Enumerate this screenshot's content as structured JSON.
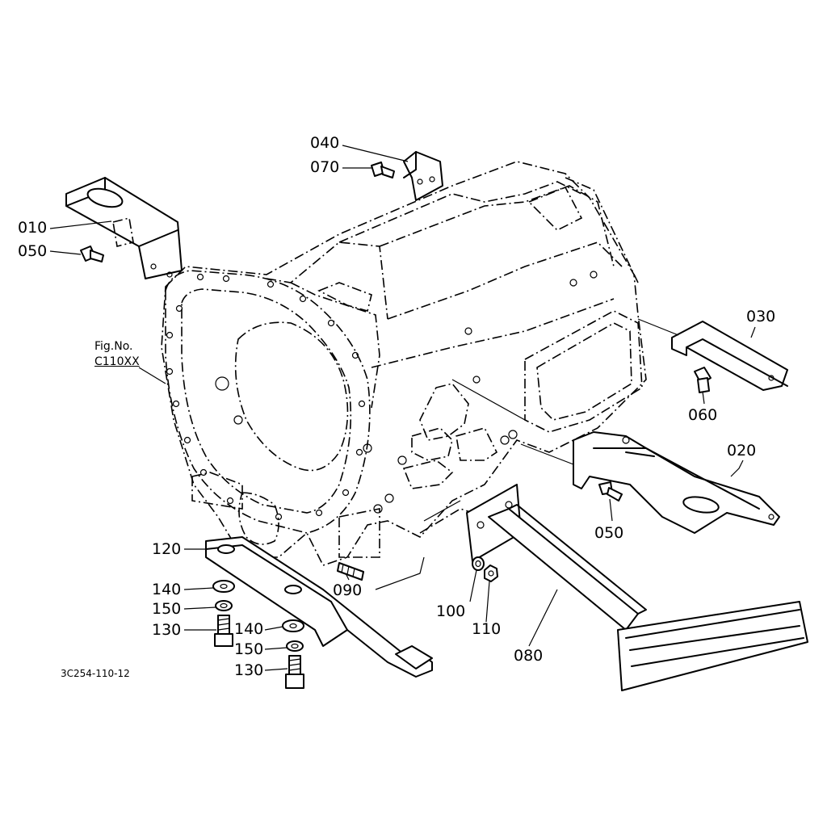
{
  "figure": {
    "ref_label_line1": "Fig.No.",
    "ref_label_line2": "C110XX",
    "drawing_number": "3C254-110-12"
  },
  "callouts": {
    "p010": "010",
    "p020": "020",
    "p030": "030",
    "p040": "040",
    "p050a": "050",
    "p050b": "050",
    "p060": "060",
    "p070": "070",
    "p080": "080",
    "p090": "090",
    "p100": "100",
    "p110": "110",
    "p120": "120",
    "p130a": "130",
    "p130b": "130",
    "p140a": "140",
    "p140b": "140",
    "p150a": "150",
    "p150b": "150"
  }
}
